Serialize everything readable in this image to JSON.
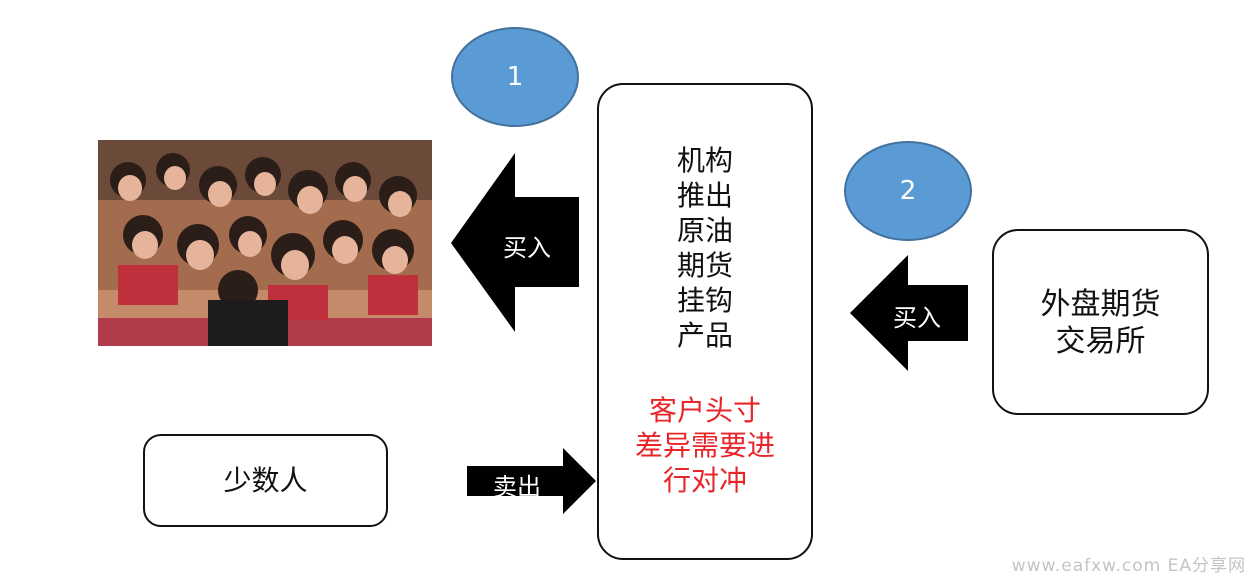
{
  "circles": {
    "one": "1",
    "two": "2"
  },
  "center_box": {
    "lines": [
      "机构",
      "推出",
      "原油",
      "期货",
      "挂钩",
      "产品"
    ],
    "red_lines": [
      "客户头寸",
      "差异需要进",
      "行对冲"
    ]
  },
  "right_box": {
    "lines": [
      "外盘期货",
      "交易所"
    ]
  },
  "bottom_left_box": {
    "label": "少数人"
  },
  "arrows": {
    "buy_left": "买入",
    "buy_right": "买入",
    "sell": "卖出"
  },
  "watermark": "www.eafxw.com  EA分享网",
  "colors": {
    "circle_fill": "#5b9bd5",
    "red_text": "#e8262a",
    "arrow": "#000000"
  }
}
